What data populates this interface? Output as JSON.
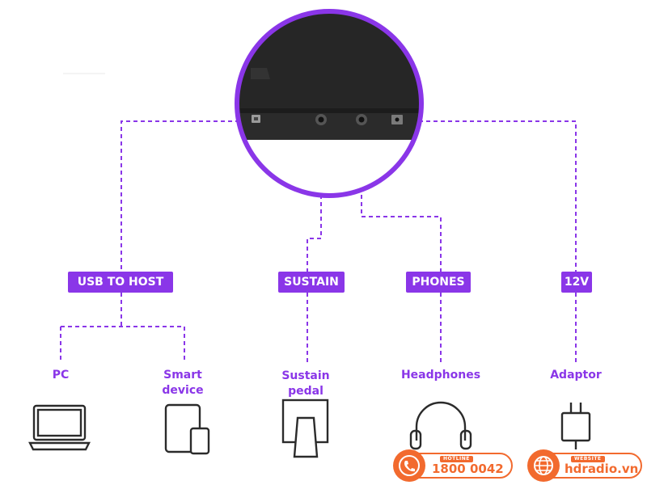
{
  "colors": {
    "accent": "#8a36e8",
    "ink": "#222222",
    "brand": "#f26a2e",
    "device": "#2b2b2b"
  },
  "ports": [
    {
      "id": "usb",
      "badge": "USB TO HOST"
    },
    {
      "id": "sustain",
      "badge": "SUSTAIN"
    },
    {
      "id": "phones",
      "badge": "PHONES"
    },
    {
      "id": "power",
      "badge": "12V"
    }
  ],
  "devices": [
    {
      "id": "pc",
      "label": "PC",
      "icon": "laptop-icon"
    },
    {
      "id": "smart",
      "label": "Smart\ndevice",
      "icon": "tablet-phone-icon"
    },
    {
      "id": "pedal",
      "label": "Sustain\npedal",
      "icon": "sustain-pedal-icon"
    },
    {
      "id": "headphones",
      "label": "Headphones",
      "icon": "headphones-icon"
    },
    {
      "id": "adaptor",
      "label": "Adaptor",
      "icon": "power-adaptor-icon"
    }
  ],
  "contacts": {
    "hotline": {
      "small": "HOTLINE",
      "value": "1800 0042",
      "icon": "phone-icon"
    },
    "website": {
      "small": "WEBSITE",
      "value": "hdradio.vn",
      "icon": "globe-icon"
    }
  }
}
